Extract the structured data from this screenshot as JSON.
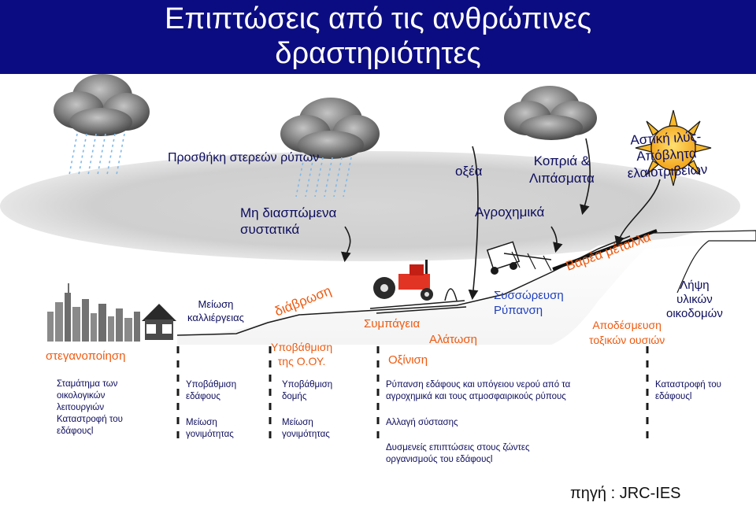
{
  "title": {
    "line1": "Επιπτώσεις από τις ανθρώπινες",
    "line2": "δραστηριότητες"
  },
  "colors": {
    "title_bg": "#0c0c82",
    "navy_text": "#0d0d5e",
    "blue_text": "#1f3fbf",
    "orange_text": "#ee5a10",
    "dark_line": "#1a1a1a"
  },
  "top_labels": {
    "solid_waste": "Προσθήκη στερεών ρύπων",
    "acid": "οξέα",
    "manure": "Κοπριά &\nΛιπάσματα",
    "sludge": "Αστική ιλύς-\nΑπόβλητα\nελαιοτριβείων",
    "non_degradable": "Μη διασπώμενα\nσυστατικά",
    "agrochemicals": "Αγροχημικά"
  },
  "mid_labels": {
    "sealing": "στεγανοποίηση",
    "less_cultivation": "Μείωση\nκαλλιέργειας",
    "erosion": "διάβρωση",
    "om_degradation": "Υποβάθμιση\nτης Ο.ΟΥ.",
    "compaction": "Συμπάγεια",
    "salinisation": "Αλάτωση",
    "acidification": "Οξίνιση",
    "accumulation": "Συσσώρευση\nΡύπανση",
    "heavy_metals": "Βαρέα μέταλλα",
    "release": "Αποδέσμευση\nτοξικών ουσιών",
    "extraction": "Λήψη\nυλικών\nοικοδομών"
  },
  "effects": {
    "col1": "Σταμάτημα των\nοικολογικών\nλειτουργιών\nΚαταστροφή του\nεδάφουςl",
    "col2a": "Υποβάθμιση\nεδάφους",
    "col2b": "Μείωση\nγονιμότητας",
    "col3a": "Υποβάθμιση\nδομής",
    "col3b": "Μείωση\nγονιμότητας",
    "col4a": "Ρύπανση εδάφους και υπόγειου νερού από τα\nαγροχημικά και τους ατμοσφαιρικούς ρύπους",
    "col4b": "Αλλαγή σύστασης",
    "col4c": "Δυσμενείς επιπτώσεις στους ζώντες\nοργανισμούς του εδάφουςl",
    "col5": "Καταστροφή του\nεδάφουςl"
  },
  "source": "πηγή : JRC-IES"
}
